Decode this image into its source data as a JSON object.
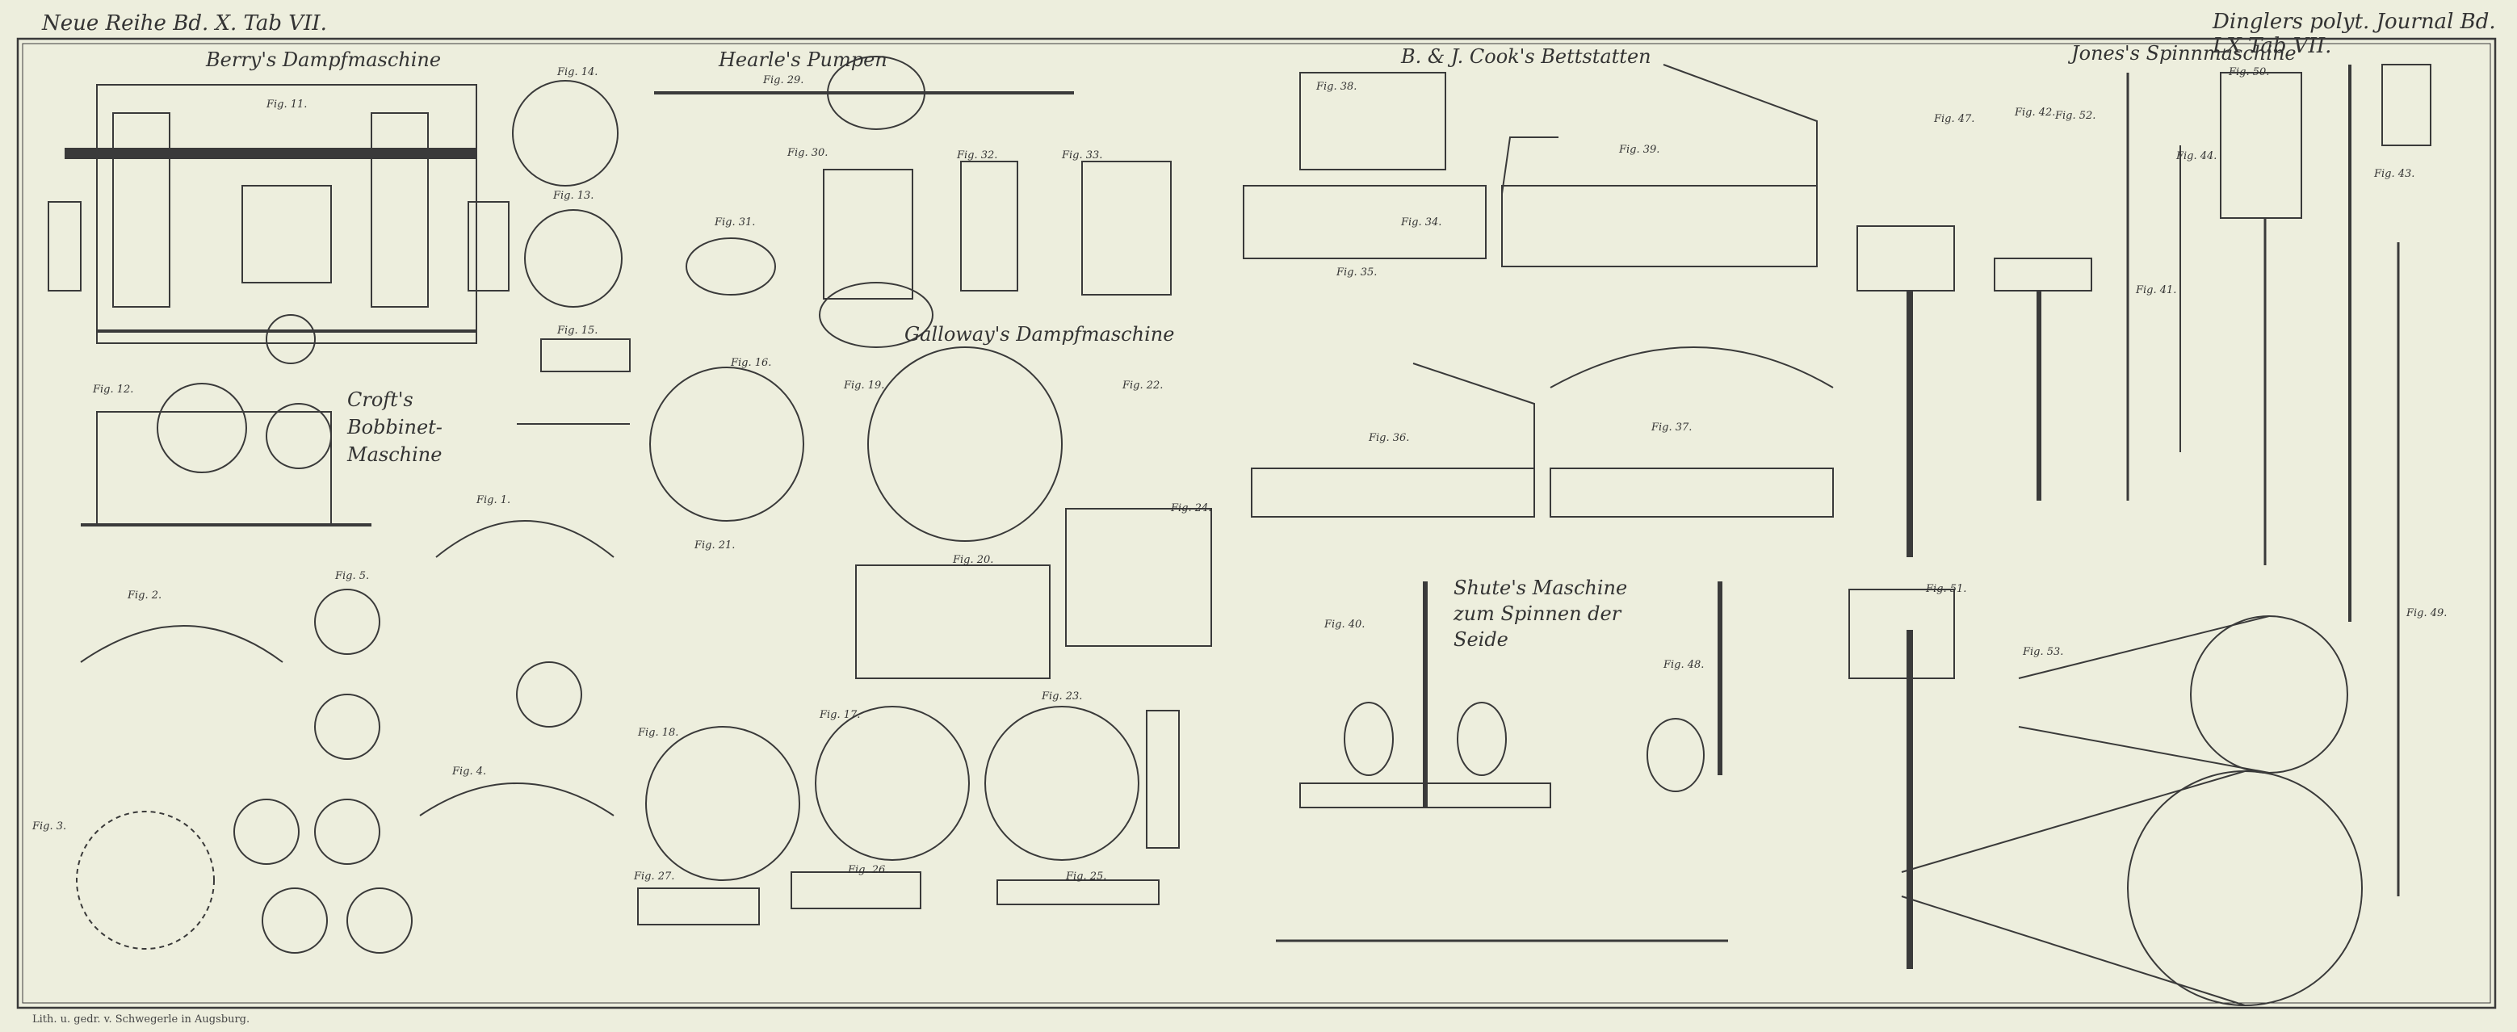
{
  "header": {
    "left": "Neue Reihe Bd. X. Tab VII.",
    "right": "Dinglers polyt. Journal Bd. LX Tab VII."
  },
  "sections": [
    {
      "id": "berry",
      "title": "Berry's Dampfmaschine"
    },
    {
      "id": "hearle",
      "title": "Hearle's Pumpen"
    },
    {
      "id": "cook",
      "title": "B. & J. Cook's Bettstatten"
    },
    {
      "id": "jones",
      "title": "Jones's Spinnmaschine"
    },
    {
      "id": "croft",
      "title": "Croft's Bobbinet-Maschine"
    },
    {
      "id": "galloway",
      "title": "Galloway's Dampfmaschine"
    },
    {
      "id": "shute",
      "title": "Shute's Maschine zum Spinnen der Seide"
    }
  ],
  "figures": [
    "Fig. 11.",
    "Fig. 12.",
    "Fig. 13.",
    "Fig. 14.",
    "Fig. 15.",
    "Fig. 16.",
    "Fig. 17.",
    "Fig. 18.",
    "Fig. 19.",
    "Fig. 20.",
    "Fig. 21.",
    "Fig. 22.",
    "Fig. 23.",
    "Fig. 24.",
    "Fig. 25.",
    "Fig. 26.",
    "Fig. 27.",
    "Fig. 29.",
    "Fig. 30.",
    "Fig. 31.",
    "Fig. 32.",
    "Fig. 33.",
    "Fig. 34.",
    "Fig. 35.",
    "Fig. 36.",
    "Fig. 37.",
    "Fig. 38.",
    "Fig. 39.",
    "Fig. 40.",
    "Fig. 41.",
    "Fig. 42.",
    "Fig. 43.",
    "Fig. 44.",
    "Fig. 47.",
    "Fig. 48.",
    "Fig. 49.",
    "Fig. 50.",
    "Fig. 51.",
    "Fig. 52.",
    "Fig. 53.",
    "Fig. 1.",
    "Fig. 2.",
    "Fig. 3.",
    "Fig. 4.",
    "Fig. 5."
  ],
  "imprint": "Lith. u. gedr. v. Schwegerle in Augsburg."
}
